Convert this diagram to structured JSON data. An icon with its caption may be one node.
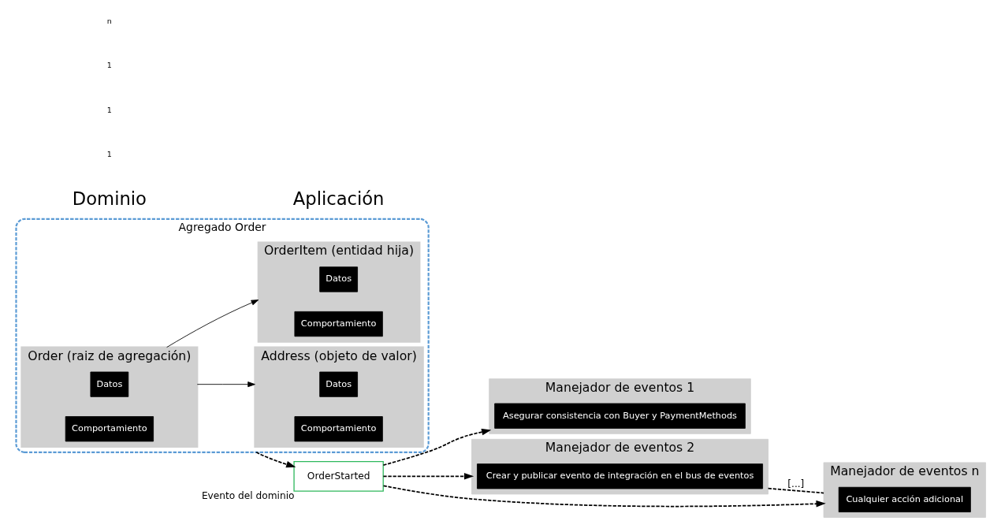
{
  "diagram": {
    "nodes": [
      {
        "text": [
          "Agregado Order"
        ]
      },
      {
        "text": [
          "Order (raiz de agregación)"
        ],
        "in": 0
      },
      {
        "text": [
          "Datos"
        ],
        "in": 1
      },
      {
        "text": [
          "Comportamiento"
        ],
        "in": 1
      },
      {
        "text": [
          "Address (objeto de valor)"
        ],
        "in": 0
      },
      {
        "text": [
          "Datos"
        ],
        "in": 4
      },
      {
        "text": [
          "Comportamiento"
        ],
        "in": 4
      },
      {
        "text": [
          "OrderItem (entidad hija)"
        ],
        "in": 0
      },
      {
        "text": [
          "Datos"
        ],
        "in": 7
      },
      {
        "text": [
          "Comportamiento"
        ],
        "in": 7
      },
      {
        "text": [
          "OrderStarted"
        ],
        "beside": [
          "Evento del dominio"
        ]
      },
      {
        "text": [
          "Manejador de eventos 1"
        ]
      },
      {
        "text": [
          "Asegurar consistencia con Buyer y PaymentMethods"
        ],
        "in": 11
      },
      {
        "text": [
          "Manejador de eventos 2"
        ]
      },
      {
        "text": [
          "Crear y publicar evento de integración en el bus de eventos"
        ],
        "in": 13
      },
      {
        "text": [
          "Manejador de eventos n"
        ]
      },
      {
        "text": [
          "Cualquier acción adicional"
        ],
        "in": 15
      }
    ],
    "edges": [
      {
        "from": 1,
        "to": 4,
        "arrow": "to"
      },
      {
        "from": 1,
        "to": 7,
        "arrow": "to"
      },
      {
        "from": 0,
        "to": 10,
        "arrow": "to",
        "style": "dashed"
      },
      {
        "from": 10,
        "to": 11,
        "arrow": "to",
        "style": "dashed"
      },
      {
        "from": 10,
        "to": 13,
        "arrow": "to",
        "style": "dashed"
      },
      {
        "from": 10,
        "to": 15,
        "arrow": "to",
        "style": "dashed"
      },
      {
        "from": 13,
        "to": 15,
        "arrow": "none",
        "style": "dashed",
        "label": "[...]"
      }
    ],
    "labels": [
      "Dominio",
      "Aplicación",
      "1",
      "1",
      "1",
      "n"
    ]
  }
}
